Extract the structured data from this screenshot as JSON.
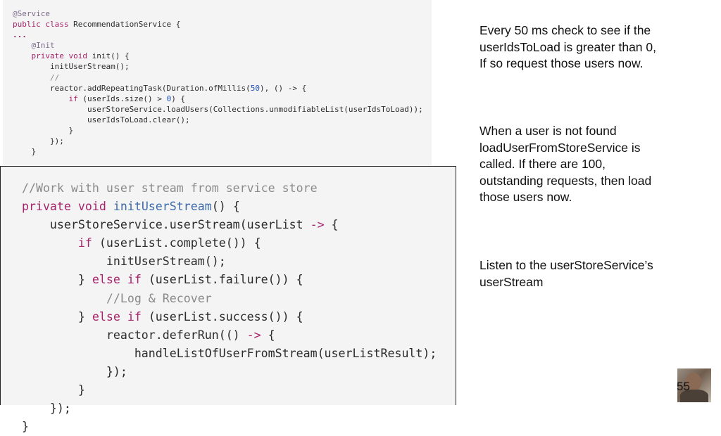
{
  "top_code": {
    "lines": [
      [
        {
          "t": "@Service",
          "c": "c-ann"
        }
      ],
      [
        {
          "t": "public class ",
          "c": "c-kw"
        },
        {
          "t": "RecommendationService {",
          "c": "c-plain"
        }
      ],
      [
        {
          "t": "...",
          "c": "c-kw2"
        }
      ],
      [
        {
          "t": "    @Init",
          "c": "c-ann"
        }
      ],
      [
        {
          "t": "    private void ",
          "c": "c-kw"
        },
        {
          "t": "init() {",
          "c": "c-plain"
        }
      ],
      [
        {
          "t": "        initUserStream();",
          "c": "c-plain"
        }
      ],
      [
        {
          "t": "        //",
          "c": "c-cmt"
        }
      ],
      [
        {
          "t": "        reactor.addRepeatingTask(Duration.ofMillis(",
          "c": "c-plain"
        },
        {
          "t": "50",
          "c": "c-num"
        },
        {
          "t": "), () -> {",
          "c": "c-plain"
        }
      ],
      [
        {
          "t": "            if ",
          "c": "c-kw"
        },
        {
          "t": "(userIds.size() > ",
          "c": "c-plain"
        },
        {
          "t": "0",
          "c": "c-num"
        },
        {
          "t": ") {",
          "c": "c-plain"
        }
      ],
      [
        {
          "t": "                userStoreService.loadUsers(Collections.unmodifiableList(userIdsToLoad));",
          "c": "c-plain"
        }
      ],
      [
        {
          "t": "                userIdsToLoad.clear();",
          "c": "c-plain"
        }
      ],
      [
        {
          "t": "            }",
          "c": "c-plain"
        }
      ],
      [
        {
          "t": "        });",
          "c": "c-plain"
        }
      ],
      [
        {
          "t": "    }",
          "c": "c-plain"
        }
      ]
    ]
  },
  "bottom_code": {
    "lines": [
      [
        {
          "t": "   //Work with user stream from service store",
          "c": "c-cmt"
        }
      ],
      [
        {
          "t": "   private void ",
          "c": "c-kw"
        },
        {
          "t": "initUserStream",
          "c": "c-mth"
        },
        {
          "t": "() {",
          "c": "c-plain"
        }
      ],
      [
        {
          "t": "       userStoreService.userStream(userList ",
          "c": "c-plain"
        },
        {
          "t": "->",
          "c": "c-op"
        },
        {
          "t": " {",
          "c": "c-plain"
        }
      ],
      [
        {
          "t": "           if ",
          "c": "c-kw"
        },
        {
          "t": "(userList.complete()) {",
          "c": "c-plain"
        }
      ],
      [
        {
          "t": "               initUserStream();",
          "c": "c-plain"
        }
      ],
      [
        {
          "t": "           } ",
          "c": "c-plain"
        },
        {
          "t": "else if ",
          "c": "c-kw"
        },
        {
          "t": "(userList.failure()) {",
          "c": "c-plain"
        }
      ],
      [
        {
          "t": "               //Log & Recover",
          "c": "c-cmt"
        }
      ],
      [
        {
          "t": "           } ",
          "c": "c-plain"
        },
        {
          "t": "else if ",
          "c": "c-kw"
        },
        {
          "t": "(userList.success()) {",
          "c": "c-plain"
        }
      ],
      [
        {
          "t": "               reactor.deferRun(() ",
          "c": "c-plain"
        },
        {
          "t": "->",
          "c": "c-op"
        },
        {
          "t": " {",
          "c": "c-plain"
        }
      ],
      [
        {
          "t": "                   handleListOfUserFromStream(userListResult);",
          "c": "c-plain"
        }
      ],
      [
        {
          "t": "               });",
          "c": "c-plain"
        }
      ],
      [
        {
          "t": "           }",
          "c": "c-plain"
        }
      ],
      [
        {
          "t": "       });",
          "c": "c-plain"
        }
      ],
      [
        {
          "t": "   }",
          "c": "c-plain"
        }
      ]
    ]
  },
  "notes": {
    "note1": [
      "Every 50 ms check to see if the",
      "userIdsToLoad is greater than 0,",
      "If so request those users now."
    ],
    "note2": [
      "When a user is not found",
      "loadUserFromStoreService is",
      "called. If there are 100,",
      "outstanding requests, then load",
      "those users now."
    ],
    "note3": [
      "Listen to the userStoreService’s",
      "userStream"
    ]
  },
  "page_number": "55",
  "colors": {
    "code_bg": "#f4f4f4",
    "keyword": "#a6246b",
    "comment": "#8a8a8a",
    "method": "#3d6aa8",
    "number": "#1f4fbf"
  }
}
